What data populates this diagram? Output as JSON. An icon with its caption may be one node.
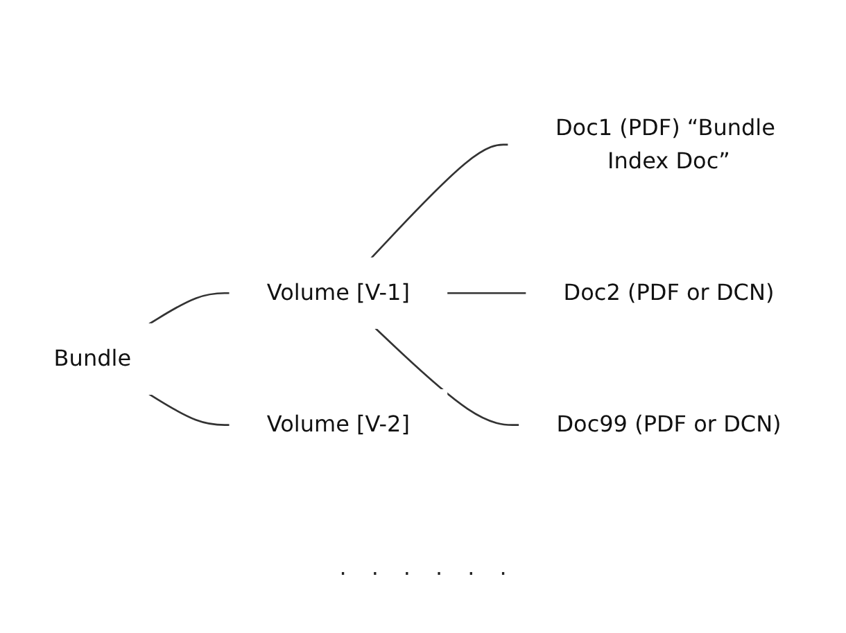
{
  "diagram": {
    "nodes": [
      {
        "text": [
          "Bundle"
        ]
      },
      {
        "text": [
          "Volume [V-1]"
        ]
      },
      {
        "text": [
          "Doc1 (PDF) “Bundle Index Doc”"
        ]
      },
      {
        "text": [
          "Doc2 (PDF or DCN)"
        ]
      },
      {
        "text": [
          "Doc99 (PDF or DCN)"
        ]
      },
      {
        "text": [
          "Volume [V-2]"
        ]
      }
    ],
    "edges": [
      {
        "from": 0,
        "to": 1,
        "arrow": "none"
      },
      {
        "from": 1,
        "to": 2,
        "arrow": "none"
      },
      {
        "from": 1,
        "to": 3,
        "arrow": "none"
      },
      {
        "from": 1,
        "to": 4,
        "arrow": "none"
      },
      {
        "from": 0,
        "to": 5,
        "arrow": "none"
      }
    ],
    "labels": [
      ".",
      ".",
      ".",
      ".",
      ".",
      "."
    ]
  }
}
